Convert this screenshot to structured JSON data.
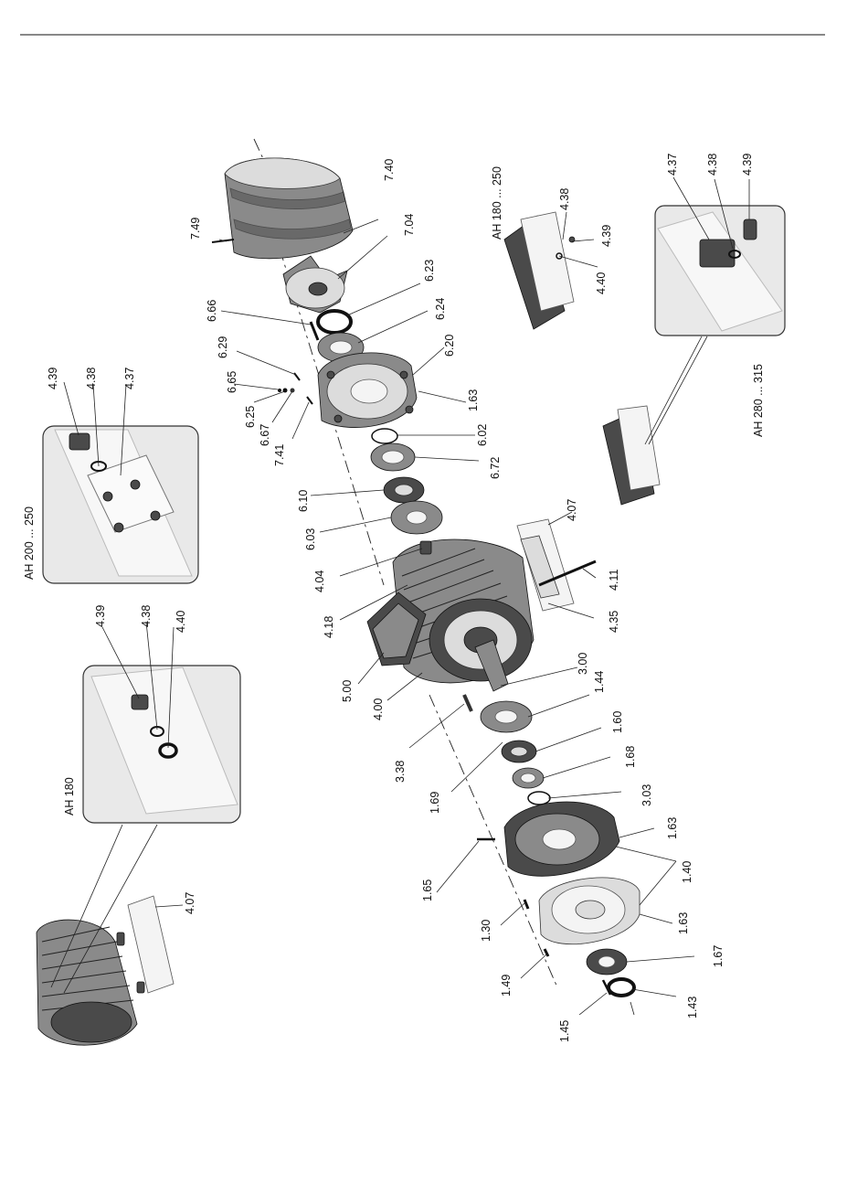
{
  "variants": {
    "ah180": "AH 180",
    "ah200_250": "AH 200 ... 250",
    "ah180_250": "AH 180 ... 250",
    "ah280_315": "AH 280 ... 315"
  },
  "labels": [
    {
      "id": "l749",
      "text": "7.49"
    },
    {
      "id": "l740",
      "text": "7.40"
    },
    {
      "id": "l704",
      "text": "7.04"
    },
    {
      "id": "l666",
      "text": "6.66"
    },
    {
      "id": "l623",
      "text": "6.23"
    },
    {
      "id": "l624",
      "text": "6.24"
    },
    {
      "id": "l629",
      "text": "6.29"
    },
    {
      "id": "l665",
      "text": "6.65"
    },
    {
      "id": "l625",
      "text": "6.25"
    },
    {
      "id": "l667",
      "text": "6.67"
    },
    {
      "id": "l741",
      "text": "7.41"
    },
    {
      "id": "l620",
      "text": "6.20"
    },
    {
      "id": "l163a",
      "text": "1.63"
    },
    {
      "id": "l602",
      "text": "6.02"
    },
    {
      "id": "l672",
      "text": "6.72"
    },
    {
      "id": "l610",
      "text": "6.10"
    },
    {
      "id": "l603",
      "text": "6.03"
    },
    {
      "id": "l404",
      "text": "4.04"
    },
    {
      "id": "l418",
      "text": "4.18"
    },
    {
      "id": "l500",
      "text": "5.00"
    },
    {
      "id": "l400",
      "text": "4.00"
    },
    {
      "id": "l338",
      "text": "3.38"
    },
    {
      "id": "l300",
      "text": "3.00"
    },
    {
      "id": "l144",
      "text": "1.44"
    },
    {
      "id": "l160",
      "text": "1.60"
    },
    {
      "id": "l168",
      "text": "1.68"
    },
    {
      "id": "l303",
      "text": "3.03"
    },
    {
      "id": "l169",
      "text": "1.69"
    },
    {
      "id": "l163b",
      "text": "1.63"
    },
    {
      "id": "l140",
      "text": "1.40"
    },
    {
      "id": "l165",
      "text": "1.65"
    },
    {
      "id": "l163c",
      "text": "1.63"
    },
    {
      "id": "l130",
      "text": "1.30"
    },
    {
      "id": "l149",
      "text": "1.49"
    },
    {
      "id": "l167",
      "text": "1.67"
    },
    {
      "id": "l145",
      "text": "1.45"
    },
    {
      "id": "l143",
      "text": "1.43"
    },
    {
      "id": "l407a",
      "text": "4.07"
    },
    {
      "id": "l411",
      "text": "4.11"
    },
    {
      "id": "l435",
      "text": "4.35"
    },
    {
      "id": "l407b",
      "text": "4.07"
    },
    {
      "id": "i1_439",
      "text": "4.39"
    },
    {
      "id": "i1_438",
      "text": "4.38"
    },
    {
      "id": "i1_437",
      "text": "4.37"
    },
    {
      "id": "i2_439",
      "text": "4.39"
    },
    {
      "id": "i2_438",
      "text": "4.38"
    },
    {
      "id": "i2_440",
      "text": "4.40"
    },
    {
      "id": "i3_438",
      "text": "4.38"
    },
    {
      "id": "i3_439",
      "text": "4.39"
    },
    {
      "id": "i3_440",
      "text": "4.40"
    },
    {
      "id": "i4_437",
      "text": "4.37"
    },
    {
      "id": "i4_438",
      "text": "4.38"
    },
    {
      "id": "i4_439",
      "text": "4.39"
    }
  ]
}
